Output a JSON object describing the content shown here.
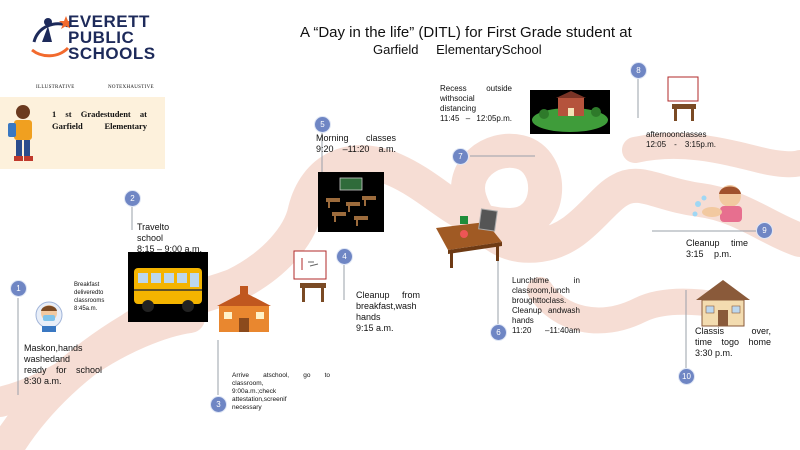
{
  "header": {
    "logo_lines": [
      "EVERETT",
      "PUBLIC",
      "SCHOOLS"
    ],
    "title_line1": "A “Day in the life” (DITL) for First Grade student at",
    "title_line2": "Garfield ElementarySchool"
  },
  "labels": {
    "illustrative": "ILLUSTRATIVE",
    "not_exhaustive": "NOTEXHAUSTIVE"
  },
  "student_panel": {
    "line1": "1 st Gradestudent at",
    "line2": "Garfield Elementary"
  },
  "steps": [
    {
      "num": "1",
      "lines": [
        "Maskon,hands",
        "washedand",
        "ready for school",
        "8:30 a.m."
      ]
    },
    {
      "num": "2",
      "lines": [
        "Travelto",
        "school",
        "8:15 – 9:00 a.m."
      ]
    },
    {
      "num": "3",
      "lines": [
        "Arrive atschool, go to",
        "classroom,",
        "9:00a.m.;check",
        "attestation,screenif",
        "necessary"
      ]
    },
    {
      "num": "4",
      "lines": [
        "Cleanup from",
        "breakfast,wash",
        "hands",
        "9:15 a.m."
      ]
    },
    {
      "num": "5",
      "lines": [
        "Morning classes",
        "9:20 –11:20 a.m."
      ]
    },
    {
      "num": "6",
      "lines": [
        "Lunchtime in",
        "classroom,lunch",
        "broughttoclass.",
        "Cleanup andwash",
        "hands",
        "11:20 –11:40am"
      ]
    },
    {
      "num": "7",
      "lines": [
        "Recess outside",
        "withsocial",
        "distancing",
        "11:45 – 12:05p.m."
      ]
    },
    {
      "num": "8",
      "lines": [
        "afternoonclasses",
        "12:05 - 3:15p.m."
      ]
    },
    {
      "num": "9",
      "lines": [
        "Cleanup time",
        "3:15 p.m."
      ]
    },
    {
      "num": "10",
      "lines": [
        "Classis over,",
        "time togo home",
        "3:30 p.m."
      ]
    }
  ],
  "breakfast_note": [
    "Breakfast",
    "deliveredto",
    "classrooms",
    "8:45a.m."
  ],
  "colors": {
    "road": "#f6ddd4",
    "badge": "#6f86c4",
    "logo_navy": "#1d2a5a",
    "logo_orange": "#f26a2e",
    "panel_bg": "#fdf1dc"
  },
  "icons": [
    "logo-icon",
    "student-icon",
    "masked-child-icon",
    "school-bus-icon",
    "school-building-icon",
    "desk-board-icon",
    "classroom-desks-icon",
    "lunch-table-icon",
    "recess-school-icon",
    "afternoon-desk-icon",
    "handwash-icon",
    "house-icon"
  ]
}
